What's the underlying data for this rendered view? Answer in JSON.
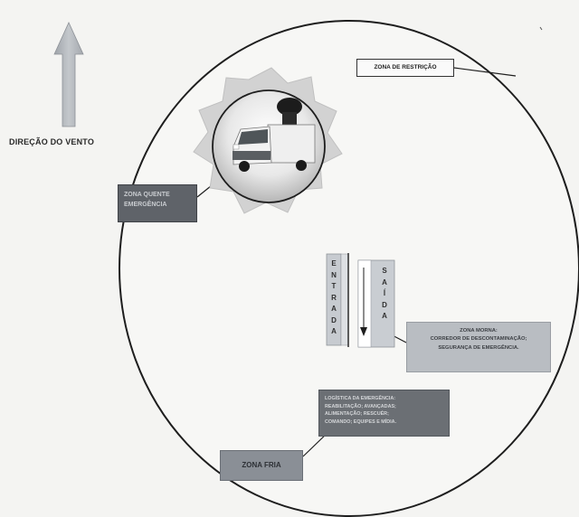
{
  "wind": {
    "label": "DIREÇÃO DO VENTO",
    "arrow_icon": "up-arrow-icon"
  },
  "zones": {
    "restriction": {
      "label": "ZONA DE RESTRIÇÃO"
    },
    "hot": {
      "lines": [
        "ZONA QUENTE",
        "EMERGÊNCIA"
      ]
    },
    "warm": {
      "lines": [
        "ZONA MORNA:",
        "CORREDOR DE DESCONTAMINAÇÃO;",
        "SEGURANÇA DE EMERGÊNCIA."
      ]
    },
    "cold": {
      "label": "ZONA FRIA",
      "detail_lines": [
        "LOGÍSTICA DA EMERGÊNCIA:",
        "REABILITAÇÃO; AVANÇADAS;",
        "ALIMENTAÇÃO; RESCUÉR;",
        "COMANDO; EQUIPES E MÍDIA."
      ]
    }
  },
  "corridor": {
    "entry_letters": [
      "E",
      "N",
      "T",
      "R",
      "A",
      "D",
      "A"
    ],
    "exit_letters": [
      "S",
      "A",
      "Í",
      "D",
      "A"
    ]
  },
  "icons": {
    "vehicle": "van-icon",
    "hazard_burst": "starburst-icon"
  },
  "colors": {
    "background": "#f4f4f2",
    "circle_stroke": "#1e1e1e",
    "arrow_fill": "#b4b8bd",
    "hot_zone_fill": "#5f6369",
    "warm_zone_fill": "#b9bdc2",
    "cold_zone_fill": "#8a8f96"
  }
}
